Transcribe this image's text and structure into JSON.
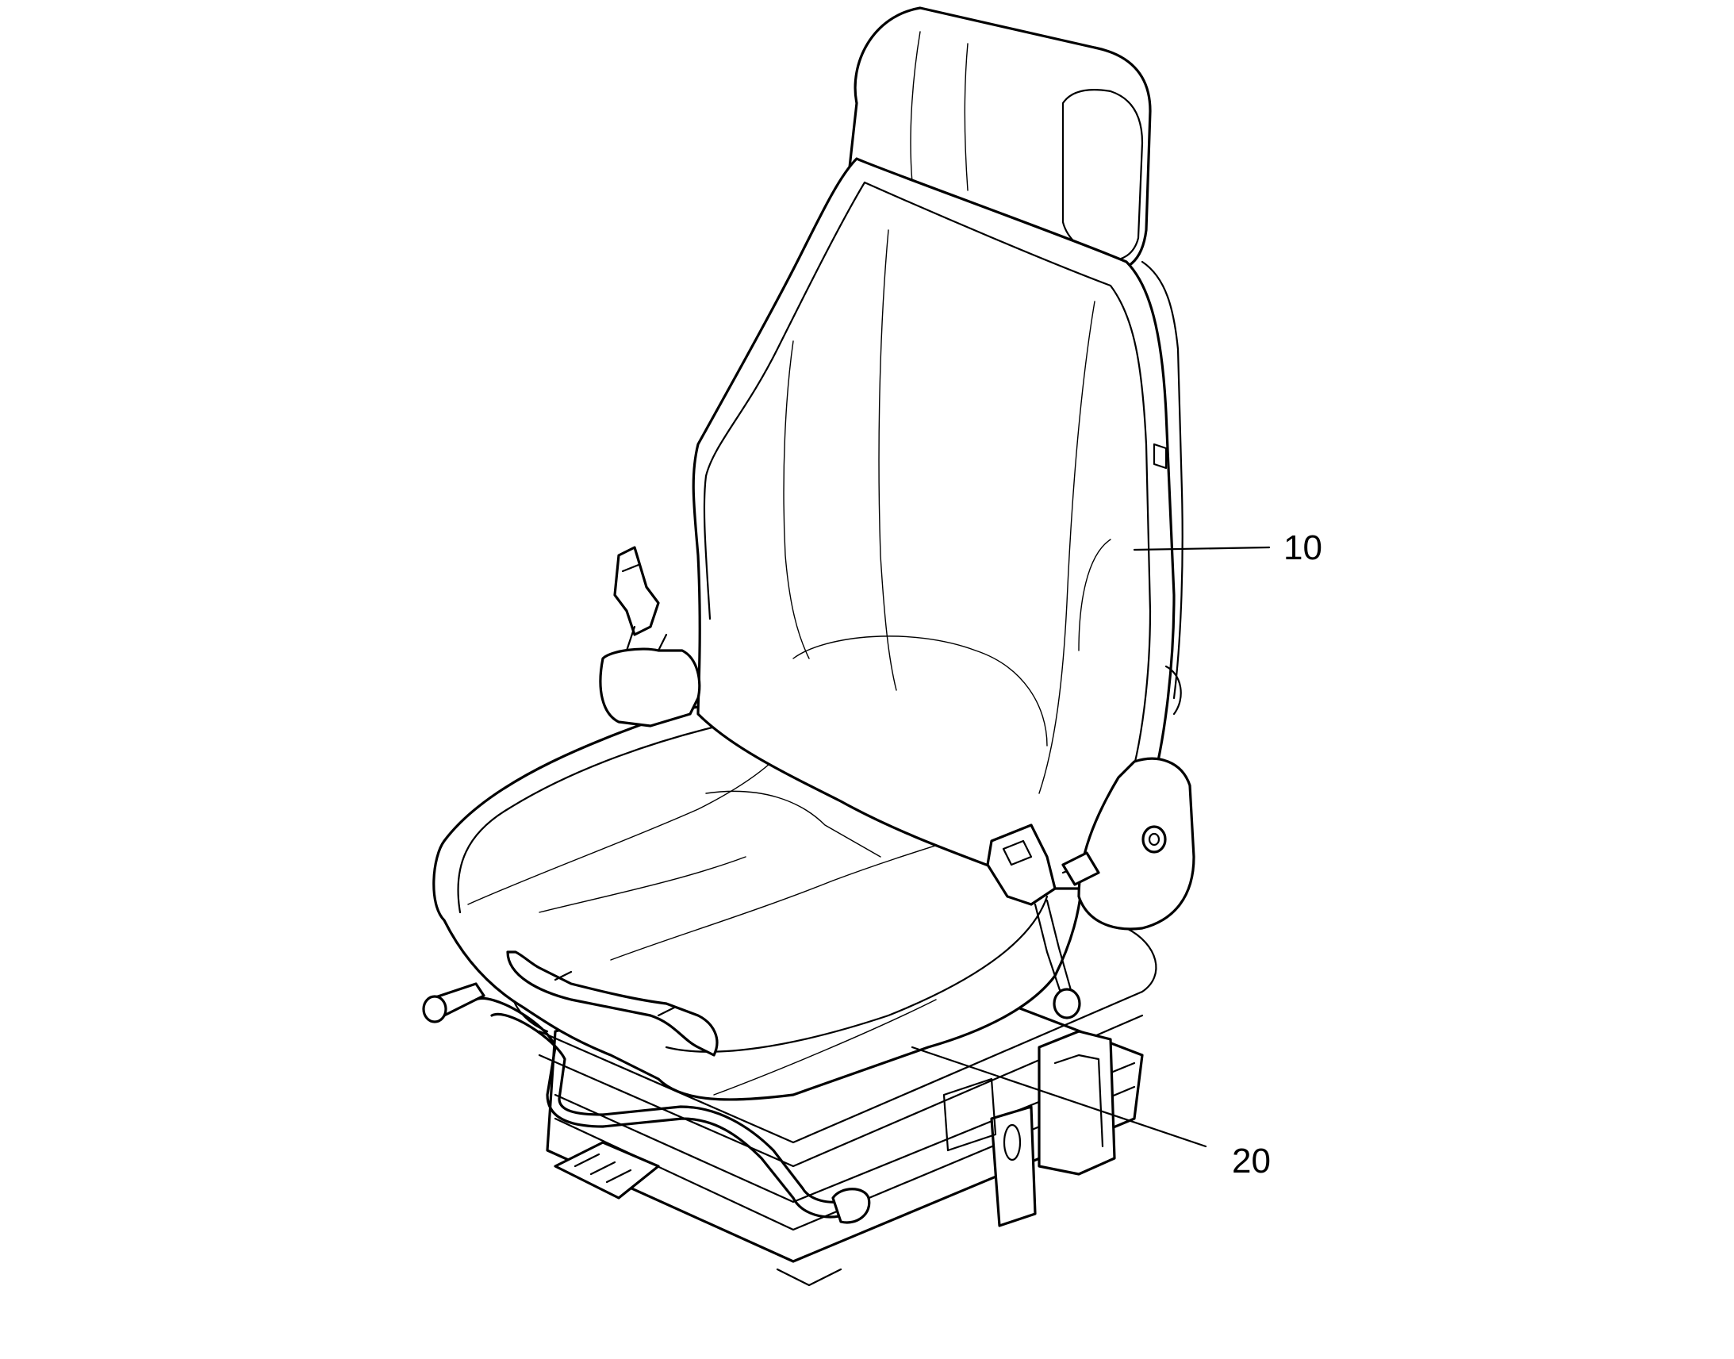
{
  "callouts": [
    {
      "label": "10",
      "part": "backrest"
    },
    {
      "label": "20",
      "part": "seat-cushion"
    }
  ],
  "colors": {
    "line": "#000000",
    "background": "#ffffff"
  }
}
